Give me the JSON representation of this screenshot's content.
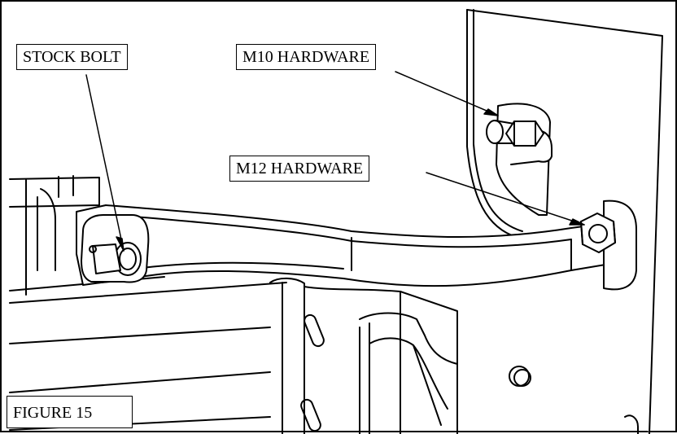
{
  "labels": {
    "stock_bolt": "STOCK BOLT",
    "m10": "M10 HARDWARE",
    "m12": "M12 HARDWARE",
    "figure": "FIGURE 15"
  }
}
